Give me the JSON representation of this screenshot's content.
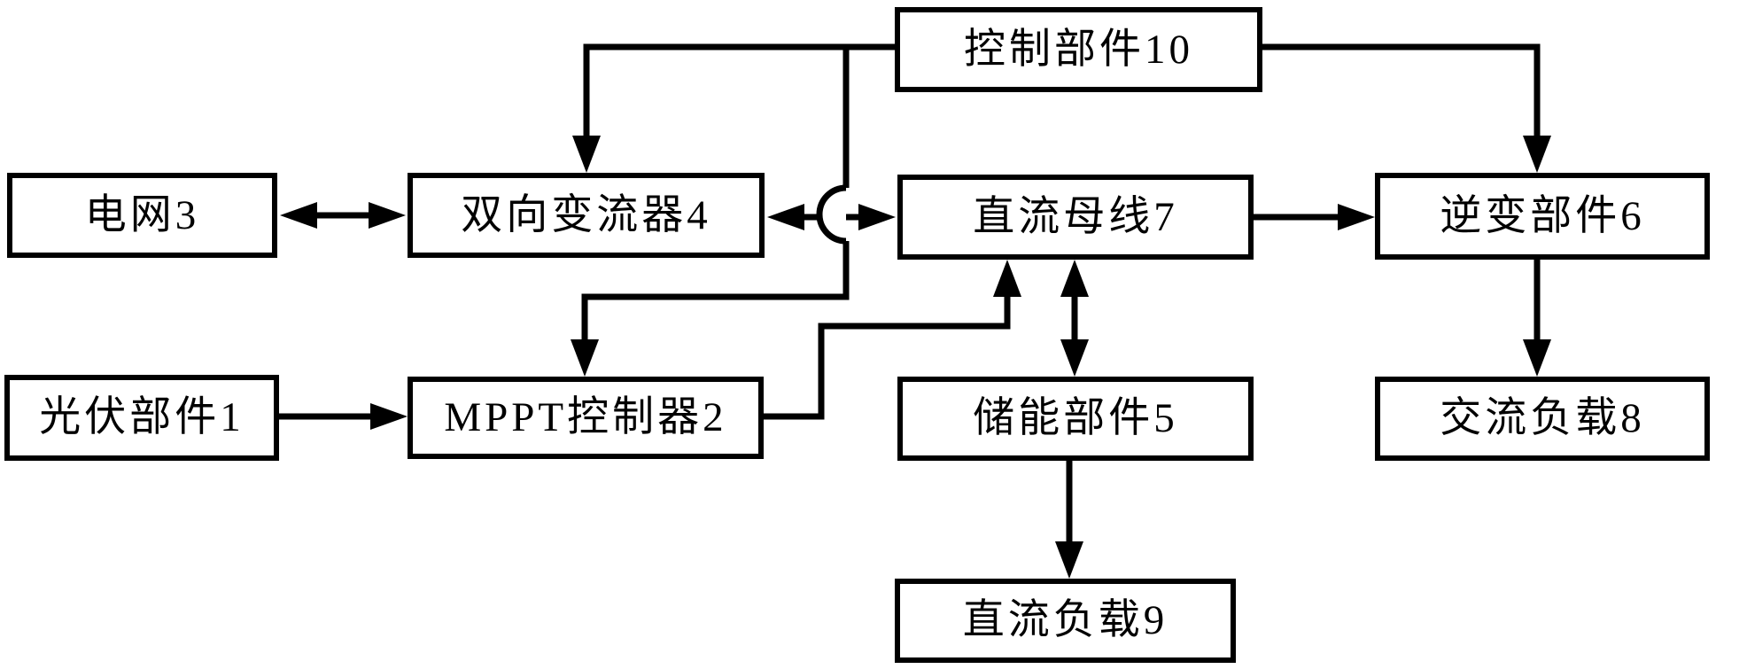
{
  "diagram": {
    "type": "block-diagram",
    "background_color": "#ffffff",
    "line_color": "#000000",
    "nodes": [
      {
        "id": "ctrl10",
        "label": "控制部件10"
      },
      {
        "id": "grid3",
        "label": "电网3"
      },
      {
        "id": "conv4",
        "label": "双向变流器4"
      },
      {
        "id": "bus7",
        "label": "直流母线7"
      },
      {
        "id": "inv6",
        "label": "逆变部件6"
      },
      {
        "id": "pv1",
        "label": "光伏部件1"
      },
      {
        "id": "mppt2",
        "label": "MPPT控制器2"
      },
      {
        "id": "store5",
        "label": "储能部件5"
      },
      {
        "id": "acload8",
        "label": "交流负载8"
      },
      {
        "id": "dcload9",
        "label": "直流负载9"
      }
    ],
    "edges": [
      {
        "from": "控制部件10",
        "to": "双向变流器4",
        "direction": "one-way"
      },
      {
        "from": "控制部件10",
        "to": "MPPT控制器2",
        "direction": "one-way",
        "note": "line jumps over converter-bus arrow with semicircle"
      },
      {
        "from": "控制部件10",
        "to": "逆变部件6",
        "direction": "one-way"
      },
      {
        "from": "电网3",
        "to": "双向变流器4",
        "direction": "two-way"
      },
      {
        "from": "双向变流器4",
        "to": "直流母线7",
        "direction": "two-way"
      },
      {
        "from": "直流母线7",
        "to": "逆变部件6",
        "direction": "one-way"
      },
      {
        "from": "光伏部件1",
        "to": "MPPT控制器2",
        "direction": "one-way"
      },
      {
        "from": "MPPT控制器2",
        "to": "直流母线7",
        "direction": "one-way"
      },
      {
        "from": "直流母线7",
        "to": "储能部件5",
        "direction": "two-way"
      },
      {
        "from": "储能部件5",
        "to": "直流负载9",
        "direction": "one-way"
      },
      {
        "from": "逆变部件6",
        "to": "交流负载8",
        "direction": "one-way"
      }
    ]
  }
}
